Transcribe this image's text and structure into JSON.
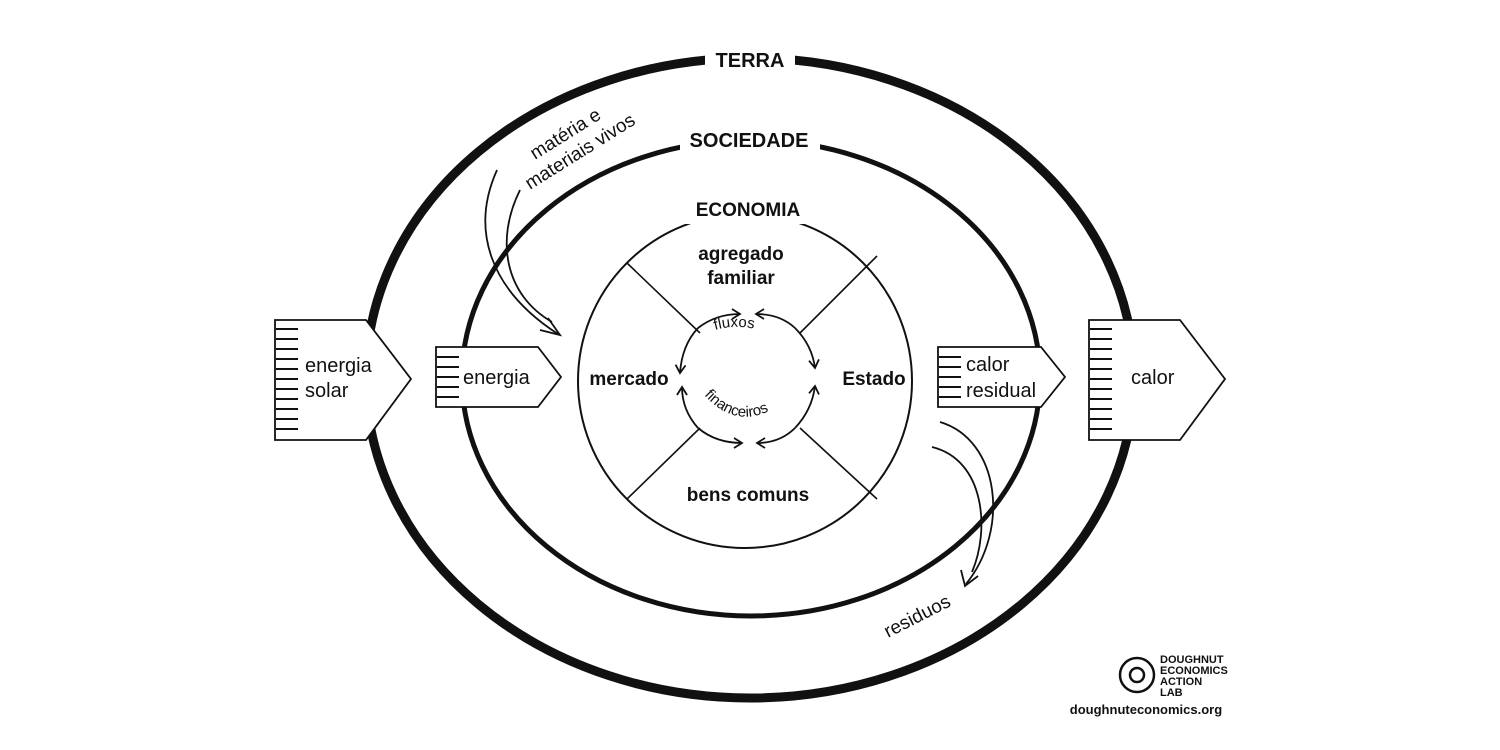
{
  "labels": {
    "terra": "TERRA",
    "sociedade": "SOCIEDADE",
    "economia": "ECONOMIA",
    "agregado_1": "agregado",
    "agregado_2": "familiar",
    "mercado": "mercado",
    "estado": "Estado",
    "bens_comuns": "bens comuns",
    "fluxos": "fluxos",
    "financeiros": "financeiros",
    "materia_1": "matéria e",
    "materia_2": "materiais vivos",
    "energia_solar_1": "energia",
    "energia_solar_2": "solar",
    "energia": "energia",
    "calor_residual_1": "calor",
    "calor_residual_2": "residual",
    "calor": "calor",
    "residuos": "residuos"
  },
  "logo": {
    "line1": "DOUGHNUT",
    "line2": "ECONOMICS",
    "line3": "ACTION",
    "line4": "LAB",
    "url": "doughnuteconomics.org"
  },
  "colors": {
    "ink": "#111111",
    "background": "#ffffff"
  }
}
